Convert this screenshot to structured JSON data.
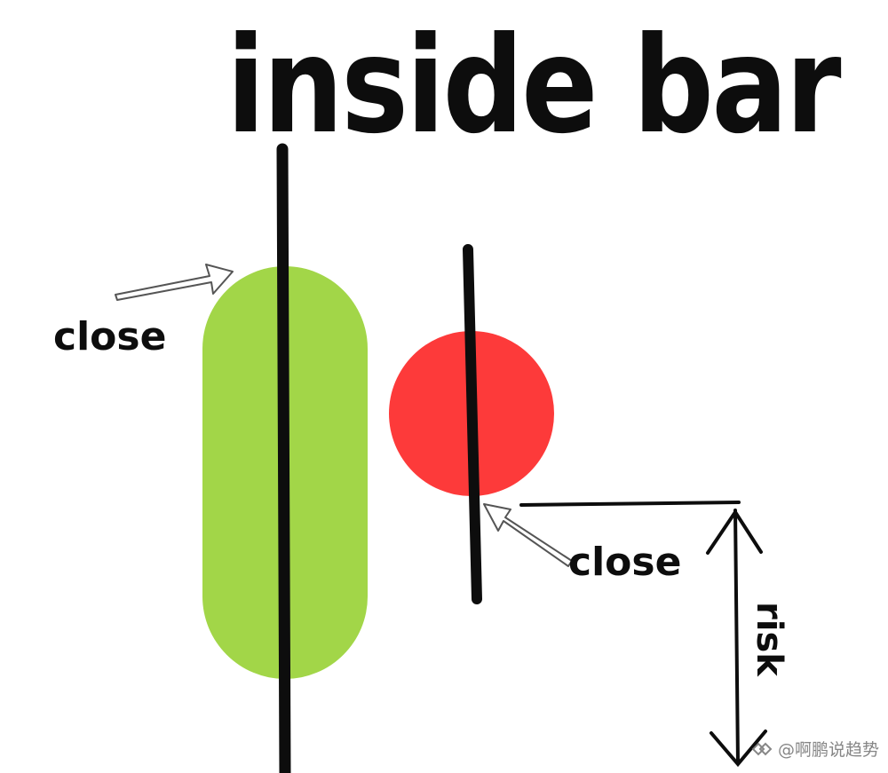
{
  "title": "inside bar",
  "labels": {
    "green_close": "close",
    "red_close": "close",
    "risk": "risk"
  },
  "watermark": {
    "text": "@啊鹏说趋势",
    "icon": "logo-icon"
  },
  "colors": {
    "bullish_candle": "#a2d648",
    "bearish_candle": "#fd3a3a",
    "ink": "#0d0d0d",
    "arrow_outline": "#555555"
  }
}
